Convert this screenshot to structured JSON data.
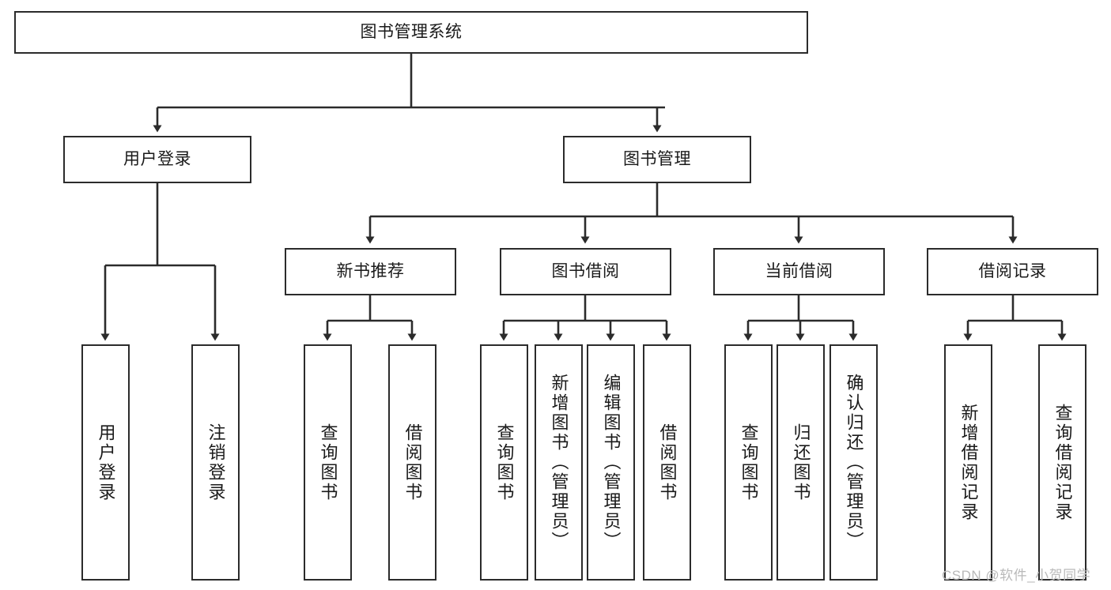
{
  "diagram": {
    "title": "图书管理系统",
    "type": "tree",
    "orientation": "top-down",
    "colors": {
      "box_border": "#2b2b2b",
      "box_fill": "#ffffff",
      "connector": "#2b2b2b",
      "text": "#1a1a1a",
      "watermark": "#b9b9b9",
      "background": "#ffffff"
    },
    "nodes": {
      "root": {
        "label": "图书管理系统"
      },
      "level1": [
        {
          "label": "用户登录"
        },
        {
          "label": "图书管理"
        }
      ],
      "level2": [
        {
          "label": "新书推荐"
        },
        {
          "label": "图书借阅"
        },
        {
          "label": "当前借阅"
        },
        {
          "label": "借阅记录"
        }
      ],
      "leaves": {
        "user_login": [
          {
            "label": "用户登录"
          },
          {
            "label": "注销登录"
          }
        ],
        "new_book_recommend": [
          {
            "label": "查询图书"
          },
          {
            "label": "借阅图书"
          }
        ],
        "book_borrow": [
          {
            "label": "查询图书"
          },
          {
            "label": "新增图书（管理员）"
          },
          {
            "label": "编辑图书（管理员）"
          },
          {
            "label": "借阅图书"
          }
        ],
        "current_borrow": [
          {
            "label": "查询图书"
          },
          {
            "label": "归还图书"
          },
          {
            "label": "确认归还（管理员）"
          }
        ],
        "borrow_records": [
          {
            "label": "新增借阅记录"
          },
          {
            "label": "查询借阅记录"
          }
        ]
      }
    },
    "watermark": "CSDN @软件_小贺同学"
  }
}
